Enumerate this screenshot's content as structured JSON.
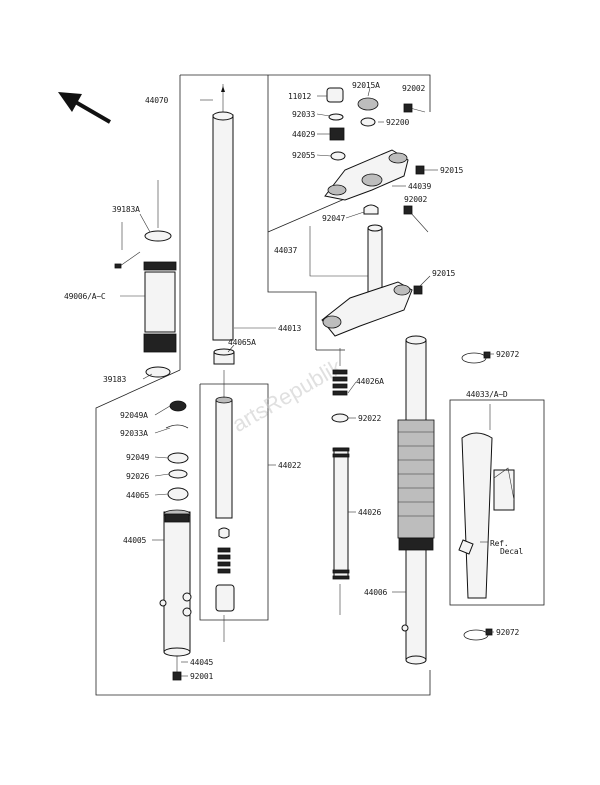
{
  "watermark": "PartsRepublik",
  "labels": {
    "p44070": "44070",
    "p11012": "11012",
    "p92015A": "92015A",
    "p92002a": "92002",
    "p92033": "92033",
    "p92200": "92200",
    "p44029": "44029",
    "p92055": "92055",
    "p92015a": "92015",
    "p44039": "44039",
    "p92002b": "92002",
    "p39183A": "39183A",
    "p92047": "92047",
    "p44037": "44037",
    "p92015b": "92015",
    "p49006": "49006/A~C",
    "p44013": "44013",
    "p44065A": "44065A",
    "p92072a": "92072",
    "p39183": "39183",
    "p44026A": "44026A",
    "p44033": "44033/A~D",
    "p92049A": "92049A",
    "p92022": "92022",
    "p92033A": "92033A",
    "p92049": "92049",
    "p44022": "44022",
    "p92026": "92026",
    "p44065": "44065",
    "p44026": "44026",
    "refdecal_ref": "Ref.",
    "refdecal_decal": "Decal",
    "p44005": "44005",
    "p44006": "44006",
    "p92072b": "92072",
    "p44045": "44045",
    "p92001": "92001"
  }
}
